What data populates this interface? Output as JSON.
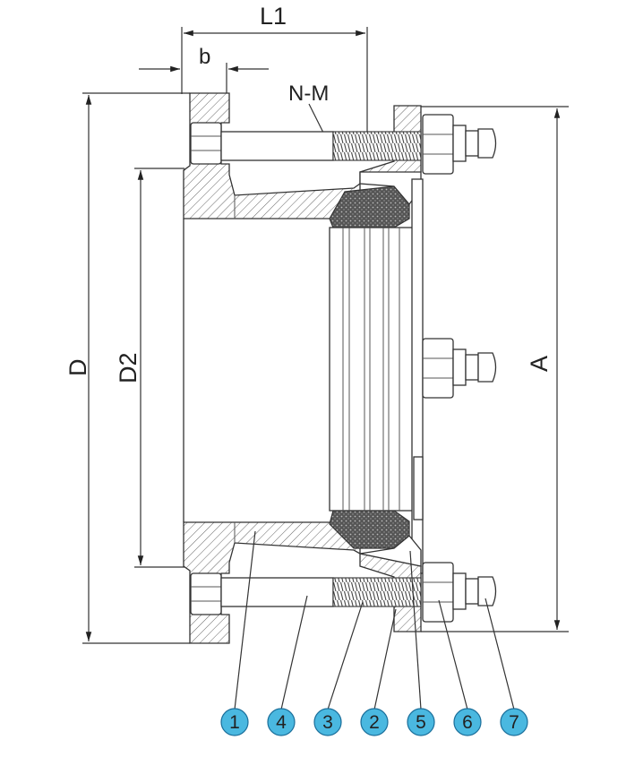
{
  "dimensions": {
    "L1": "L1",
    "b": "b",
    "NM": "N-M",
    "D": "D",
    "D2": "D2",
    "A": "A"
  },
  "callouts": [
    "1",
    "4",
    "3",
    "2",
    "5",
    "6",
    "7"
  ],
  "colors": {
    "callout_fill": "#4ab8e0",
    "callout_stroke": "#1a6e9a",
    "line": "#333333"
  }
}
